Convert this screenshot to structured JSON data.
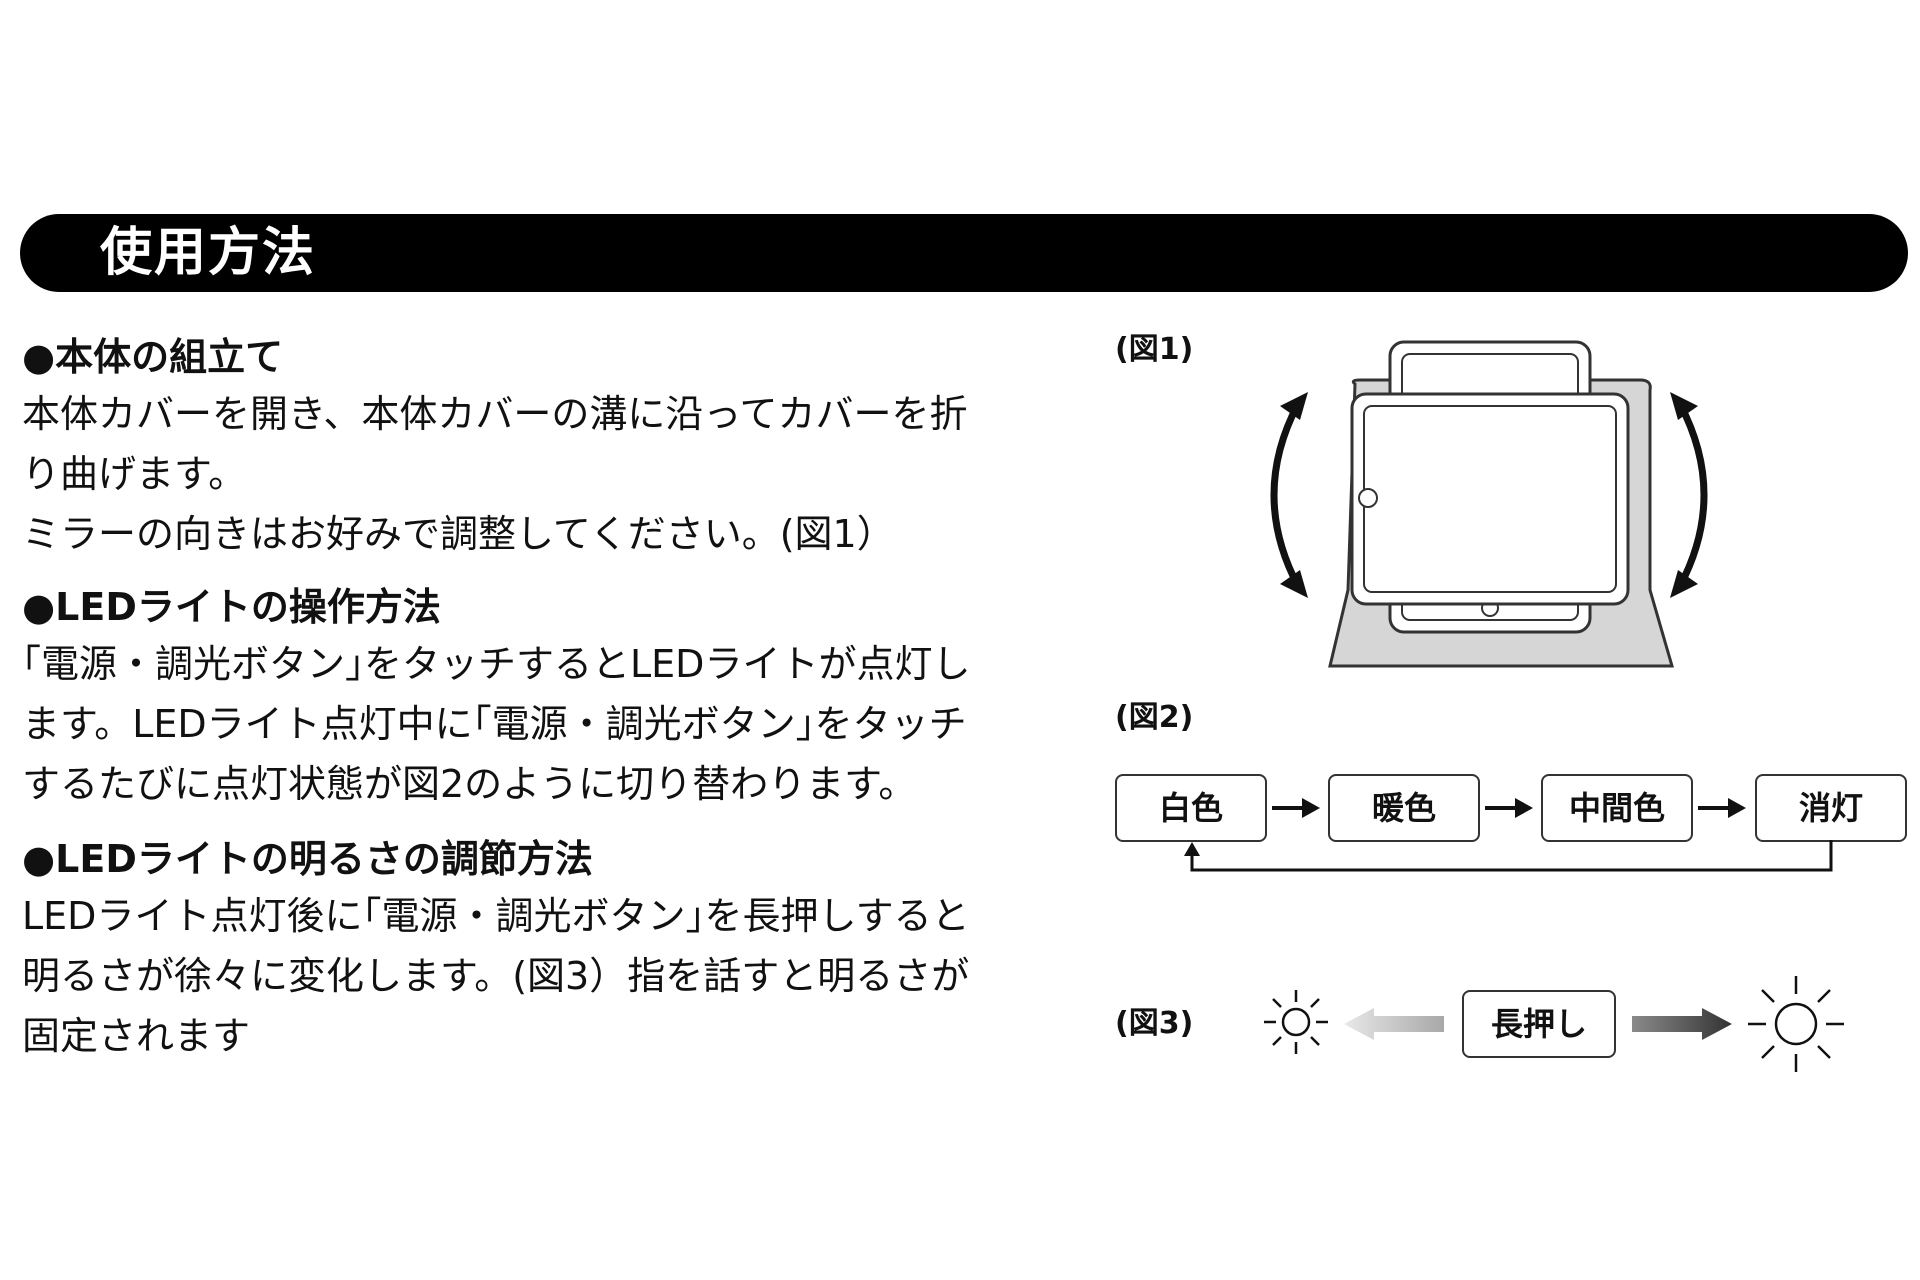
{
  "header": {
    "title": "使用方法"
  },
  "sections": [
    {
      "heading": "●本体の組立て",
      "lines": [
        "本体カバーを開き、本体カバーの溝に沿ってカバーを折",
        "り曲げます。",
        "ミラーの向きはお好みで調整してください。(図1）"
      ]
    },
    {
      "heading": "●LEDライトの操作方法",
      "lines": [
        "｢電源・調光ボタン｣をタッチするとLEDライトが点灯し",
        "ます。LEDライト点灯中に｢電源・調光ボタン｣をタッチ",
        "するたびに点灯状態が図2のように切り替わります。"
      ]
    },
    {
      "heading": "●LEDライトの明るさの調節方法",
      "lines": [
        "LEDライト点灯後に｢電源・調光ボタン｣を長押しすると",
        "明るさが徐々に変化します。(図3）指を話すと明るさが",
        "固定されます"
      ]
    }
  ],
  "figures": {
    "fig1": {
      "label": "(図1)"
    },
    "fig2": {
      "label": "(図2)",
      "states": [
        "白色",
        "暖色",
        "中間色",
        "消灯"
      ]
    },
    "fig3": {
      "label": "(図3)",
      "button_label": "長押し"
    }
  },
  "icons": [
    "rotate-arrow-icon",
    "right-arrow-icon",
    "loop-return-arrow-icon",
    "dim-sun-icon",
    "bright-sun-icon",
    "gradient-arrow-icon"
  ],
  "colors": {
    "header_bg": "#000000",
    "header_text": "#ffffff",
    "stand_fill": "#d6d6d6",
    "stroke": "#333333"
  }
}
